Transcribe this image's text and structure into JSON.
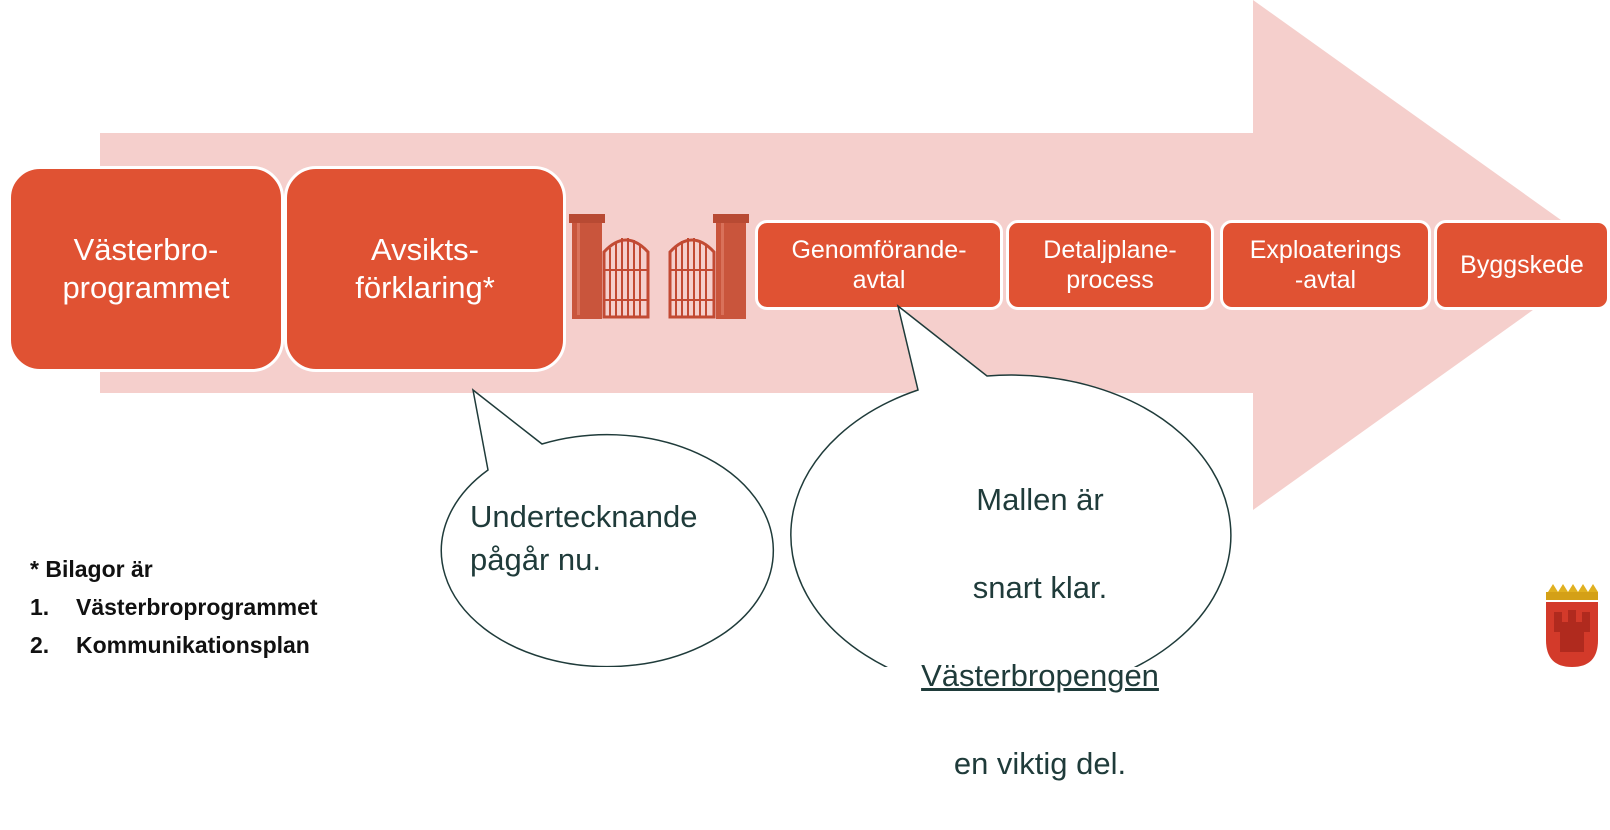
{
  "colors": {
    "arrow": "#f5cfcc",
    "step_fill": "#e05233",
    "bubble_text": "#1f3b3a"
  },
  "stages": [
    {
      "label": "Västerbro-\nprogrammet"
    },
    {
      "label": "Avsikts-\nförklaring*"
    },
    {
      "label": "Genomförande-\navtal"
    },
    {
      "label": "Detaljplane-\nprocess"
    },
    {
      "label": "Exploaterings\n-avtal"
    },
    {
      "label": "Byggskede"
    }
  ],
  "gate_icon": "open-gate-icon",
  "callouts": {
    "left": {
      "text": "Undertecknande\npågår nu."
    },
    "right": {
      "line1": "Mallen är",
      "line2": "snart klar.",
      "link": "Västerbropengen",
      "line4": "en viktig del."
    }
  },
  "footnote": {
    "title": "* Bilagor är",
    "items": [
      {
        "num": "1.",
        "text": "Västerbroprogrammet"
      },
      {
        "num": "2.",
        "text": "Kommunikationsplan"
      }
    ]
  },
  "logo_icon": "coat-of-arms-icon"
}
